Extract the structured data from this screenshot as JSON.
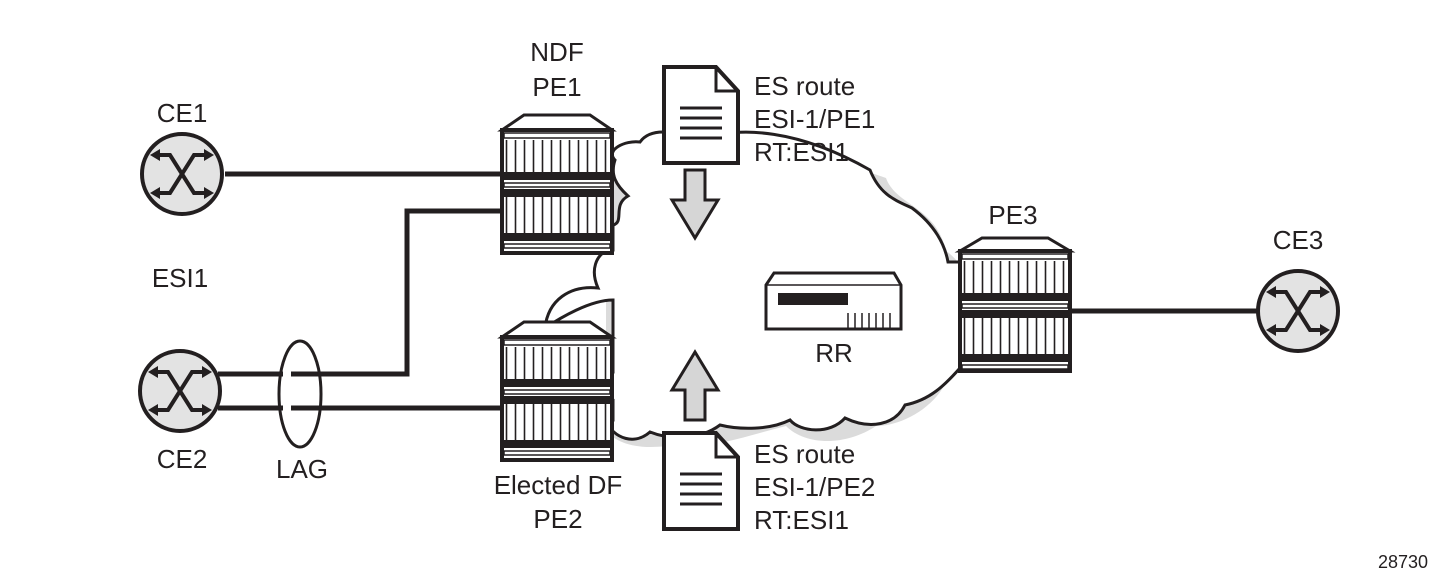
{
  "colors": {
    "stroke": "#231f20",
    "node_fill": "#e3e3e3",
    "arrow_fill": "#d6d6d6",
    "shadow": "#bdbdbd",
    "background": "#ffffff"
  },
  "nodes": {
    "ce1": {
      "label": "CE1",
      "icon": "router-icon"
    },
    "ce2": {
      "label": "CE2",
      "icon": "router-icon"
    },
    "ce3": {
      "label": "CE3",
      "icon": "router-icon"
    },
    "pe1": {
      "label_line1": "NDF",
      "label_line2": "PE1",
      "icon": "pe-router-chassis-icon"
    },
    "pe2": {
      "label_line1": "Elected DF",
      "label_line2": "PE2",
      "icon": "pe-router-chassis-icon"
    },
    "pe3": {
      "label": "PE3",
      "icon": "pe-router-chassis-icon"
    },
    "rr": {
      "label": "RR",
      "icon": "route-reflector-icon"
    }
  },
  "annotations": {
    "esi": "ESI1",
    "lag": "LAG",
    "figure_id": "28730"
  },
  "routes": [
    {
      "line1": "ES route",
      "line2": "ESI-1/PE1",
      "line3": "RT:ESI1",
      "direction": "down",
      "icon": "document-icon"
    },
    {
      "line1": "ES route",
      "line2": "ESI-1/PE2",
      "line3": "RT:ESI1",
      "direction": "up",
      "icon": "document-icon"
    }
  ]
}
